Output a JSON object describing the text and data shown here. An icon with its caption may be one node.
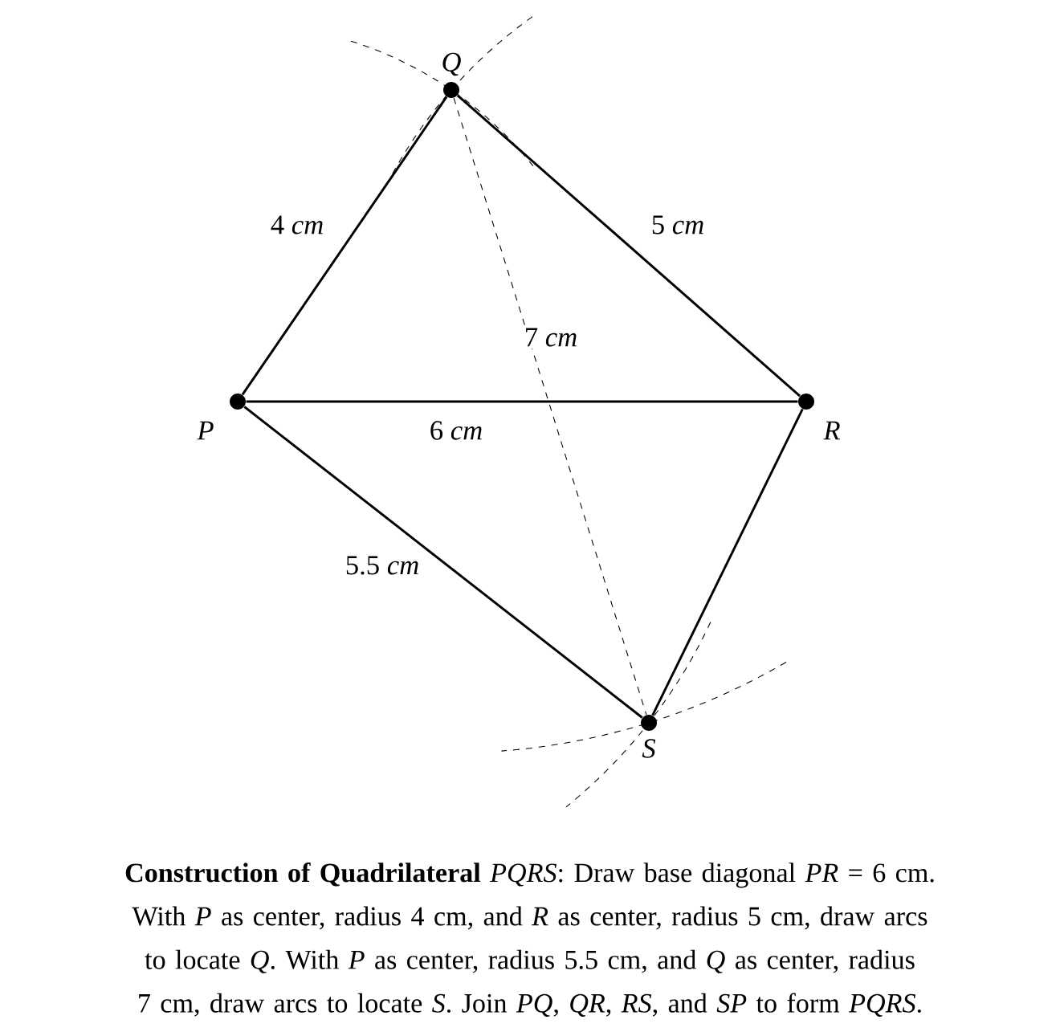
{
  "diagram": {
    "caption": "**Construction of Quadrilateral** *PQRS*: Draw base diagonal *PR* = 6 cm. With *P* as center, radius 4 cm, and *R* as center, radius 5 cm, draw arcs to locate *Q*. With *P* as center, radius 5.5 cm, and *Q* as center, radius 7 cm, draw arcs to locate *S*. Join *PQ*, *QR*, *RS*, and *SP* to form *PQRS*.",
    "nodes": [
      {
        "text": [
          "P"
        ]
      },
      {
        "text": [
          "Q"
        ]
      },
      {
        "text": [
          "R"
        ]
      },
      {
        "text": [
          "S"
        ]
      }
    ],
    "edges": [
      {
        "from": 0,
        "to": 1,
        "arrow": "none",
        "label": "4 *cm*"
      },
      {
        "from": 1,
        "to": 2,
        "arrow": "none",
        "label": "5 *cm*"
      },
      {
        "from": 0,
        "to": 2,
        "arrow": "none",
        "label": "6 *cm*"
      },
      {
        "from": 2,
        "to": 3,
        "arrow": "none"
      },
      {
        "from": 0,
        "to": 3,
        "arrow": "none",
        "label": "5.5 *cm*"
      },
      {
        "from": 1,
        "to": 3,
        "arrow": "none",
        "style": "dashed",
        "label": "7 *cm*"
      }
    ]
  }
}
